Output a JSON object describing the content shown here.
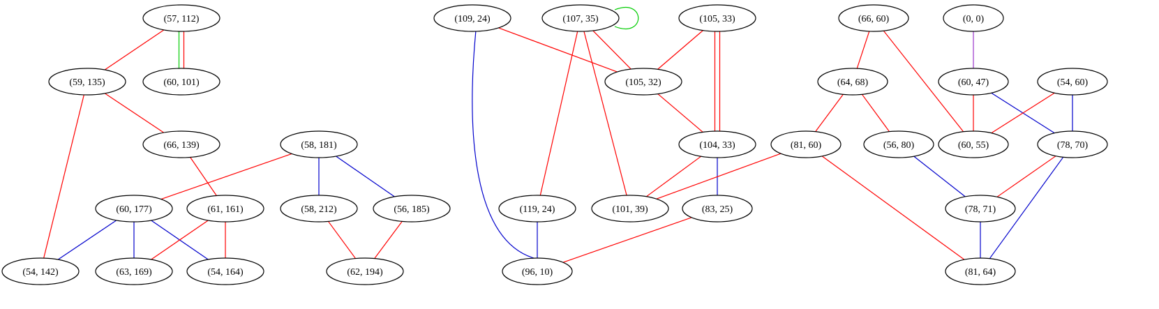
{
  "graph": {
    "nodes": [
      {
        "id": "n57_112",
        "label": "(57, 112)"
      },
      {
        "id": "n59_135",
        "label": "(59, 135)"
      },
      {
        "id": "n60_101",
        "label": "(60, 101)"
      },
      {
        "id": "n66_139",
        "label": "(66, 139)"
      },
      {
        "id": "n58_181",
        "label": "(58, 181)"
      },
      {
        "id": "n60_177",
        "label": "(60, 177)"
      },
      {
        "id": "n61_161",
        "label": "(61, 161)"
      },
      {
        "id": "n58_212",
        "label": "(58, 212)"
      },
      {
        "id": "n56_185",
        "label": "(56, 185)"
      },
      {
        "id": "n54_142",
        "label": "(54, 142)"
      },
      {
        "id": "n63_169",
        "label": "(63, 169)"
      },
      {
        "id": "n54_164",
        "label": "(54, 164)"
      },
      {
        "id": "n62_194",
        "label": "(62, 194)"
      },
      {
        "id": "n109_24",
        "label": "(109, 24)"
      },
      {
        "id": "n107_35",
        "label": "(107, 35)"
      },
      {
        "id": "n105_33",
        "label": "(105, 33)"
      },
      {
        "id": "n105_32",
        "label": "(105, 32)"
      },
      {
        "id": "n104_33",
        "label": "(104, 33)"
      },
      {
        "id": "n119_24",
        "label": "(119, 24)"
      },
      {
        "id": "n101_39",
        "label": "(101, 39)"
      },
      {
        "id": "n83_25",
        "label": "(83, 25)"
      },
      {
        "id": "n96_10",
        "label": "(96, 10)"
      },
      {
        "id": "n66_60",
        "label": "(66, 60)"
      },
      {
        "id": "n64_68",
        "label": "(64, 68)"
      },
      {
        "id": "n81_60",
        "label": "(81, 60)"
      },
      {
        "id": "n56_80",
        "label": "(56, 80)"
      },
      {
        "id": "n0_0",
        "label": "(0, 0)"
      },
      {
        "id": "n60_47",
        "label": "(60, 47)"
      },
      {
        "id": "n54_60",
        "label": "(54, 60)"
      },
      {
        "id": "n60_55",
        "label": "(60, 55)"
      },
      {
        "id": "n78_70",
        "label": "(78, 70)"
      },
      {
        "id": "n78_71",
        "label": "(78, 71)"
      },
      {
        "id": "n81_64",
        "label": "(81, 64)"
      }
    ],
    "edges": [
      {
        "from": "n57_112",
        "to": "n59_135",
        "color": "#ff0000"
      },
      {
        "from": "n57_112",
        "to": "n60_101",
        "color": "#ff0000"
      },
      {
        "from": "n57_112",
        "to": "n60_101",
        "color": "#00cc00"
      },
      {
        "from": "n59_135",
        "to": "n66_139",
        "color": "#ff0000"
      },
      {
        "from": "n59_135",
        "to": "n54_142",
        "color": "#ff0000"
      },
      {
        "from": "n66_139",
        "to": "n61_161",
        "color": "#ff0000"
      },
      {
        "from": "n58_181",
        "to": "n60_177",
        "color": "#ff0000"
      },
      {
        "from": "n58_181",
        "to": "n58_212",
        "color": "#0000cc"
      },
      {
        "from": "n58_181",
        "to": "n56_185",
        "color": "#0000cc"
      },
      {
        "from": "n60_177",
        "to": "n54_142",
        "color": "#0000cc"
      },
      {
        "from": "n60_177",
        "to": "n63_169",
        "color": "#0000cc"
      },
      {
        "from": "n60_177",
        "to": "n54_164",
        "color": "#0000cc"
      },
      {
        "from": "n61_161",
        "to": "n63_169",
        "color": "#ff0000"
      },
      {
        "from": "n61_161",
        "to": "n54_164",
        "color": "#ff0000"
      },
      {
        "from": "n58_212",
        "to": "n62_194",
        "color": "#ff0000"
      },
      {
        "from": "n56_185",
        "to": "n62_194",
        "color": "#ff0000"
      },
      {
        "from": "n109_24",
        "to": "n105_32",
        "color": "#ff0000"
      },
      {
        "from": "n109_24",
        "to": "n96_10",
        "color": "#0000cc"
      },
      {
        "from": "n107_35",
        "to": "n107_35",
        "color": "#00cc00"
      },
      {
        "from": "n107_35",
        "to": "n105_32",
        "color": "#ff0000"
      },
      {
        "from": "n107_35",
        "to": "n119_24",
        "color": "#ff0000"
      },
      {
        "from": "n107_35",
        "to": "n101_39",
        "color": "#ff0000"
      },
      {
        "from": "n105_33",
        "to": "n105_32",
        "color": "#ff0000"
      },
      {
        "from": "n105_33",
        "to": "n104_33",
        "color": "#ff0000"
      },
      {
        "from": "n105_33",
        "to": "n104_33",
        "color": "#ff0000"
      },
      {
        "from": "n105_32",
        "to": "n104_33",
        "color": "#ff0000"
      },
      {
        "from": "n104_33",
        "to": "n101_39",
        "color": "#ff0000"
      },
      {
        "from": "n104_33",
        "to": "n83_25",
        "color": "#0000cc"
      },
      {
        "from": "n119_24",
        "to": "n96_10",
        "color": "#0000cc"
      },
      {
        "from": "n83_25",
        "to": "n96_10",
        "color": "#ff0000"
      },
      {
        "from": "n81_60",
        "to": "n101_39",
        "color": "#ff0000"
      },
      {
        "from": "n81_60",
        "to": "n81_64",
        "color": "#ff0000"
      },
      {
        "from": "n66_60",
        "to": "n64_68",
        "color": "#ff0000"
      },
      {
        "from": "n66_60",
        "to": "n60_55",
        "color": "#ff0000"
      },
      {
        "from": "n64_68",
        "to": "n81_60",
        "color": "#ff0000"
      },
      {
        "from": "n64_68",
        "to": "n56_80",
        "color": "#ff0000"
      },
      {
        "from": "n56_80",
        "to": "n78_71",
        "color": "#0000cc"
      },
      {
        "from": "n0_0",
        "to": "n60_47",
        "color": "#9933cc"
      },
      {
        "from": "n60_47",
        "to": "n60_55",
        "color": "#ff0000"
      },
      {
        "from": "n60_47",
        "to": "n78_70",
        "color": "#0000cc"
      },
      {
        "from": "n54_60",
        "to": "n60_55",
        "color": "#ff0000"
      },
      {
        "from": "n54_60",
        "to": "n78_70",
        "color": "#0000cc"
      },
      {
        "from": "n78_70",
        "to": "n78_71",
        "color": "#ff0000"
      },
      {
        "from": "n78_70",
        "to": "n81_64",
        "color": "#0000cc"
      },
      {
        "from": "n78_71",
        "to": "n81_64",
        "color": "#0000cc"
      }
    ]
  }
}
